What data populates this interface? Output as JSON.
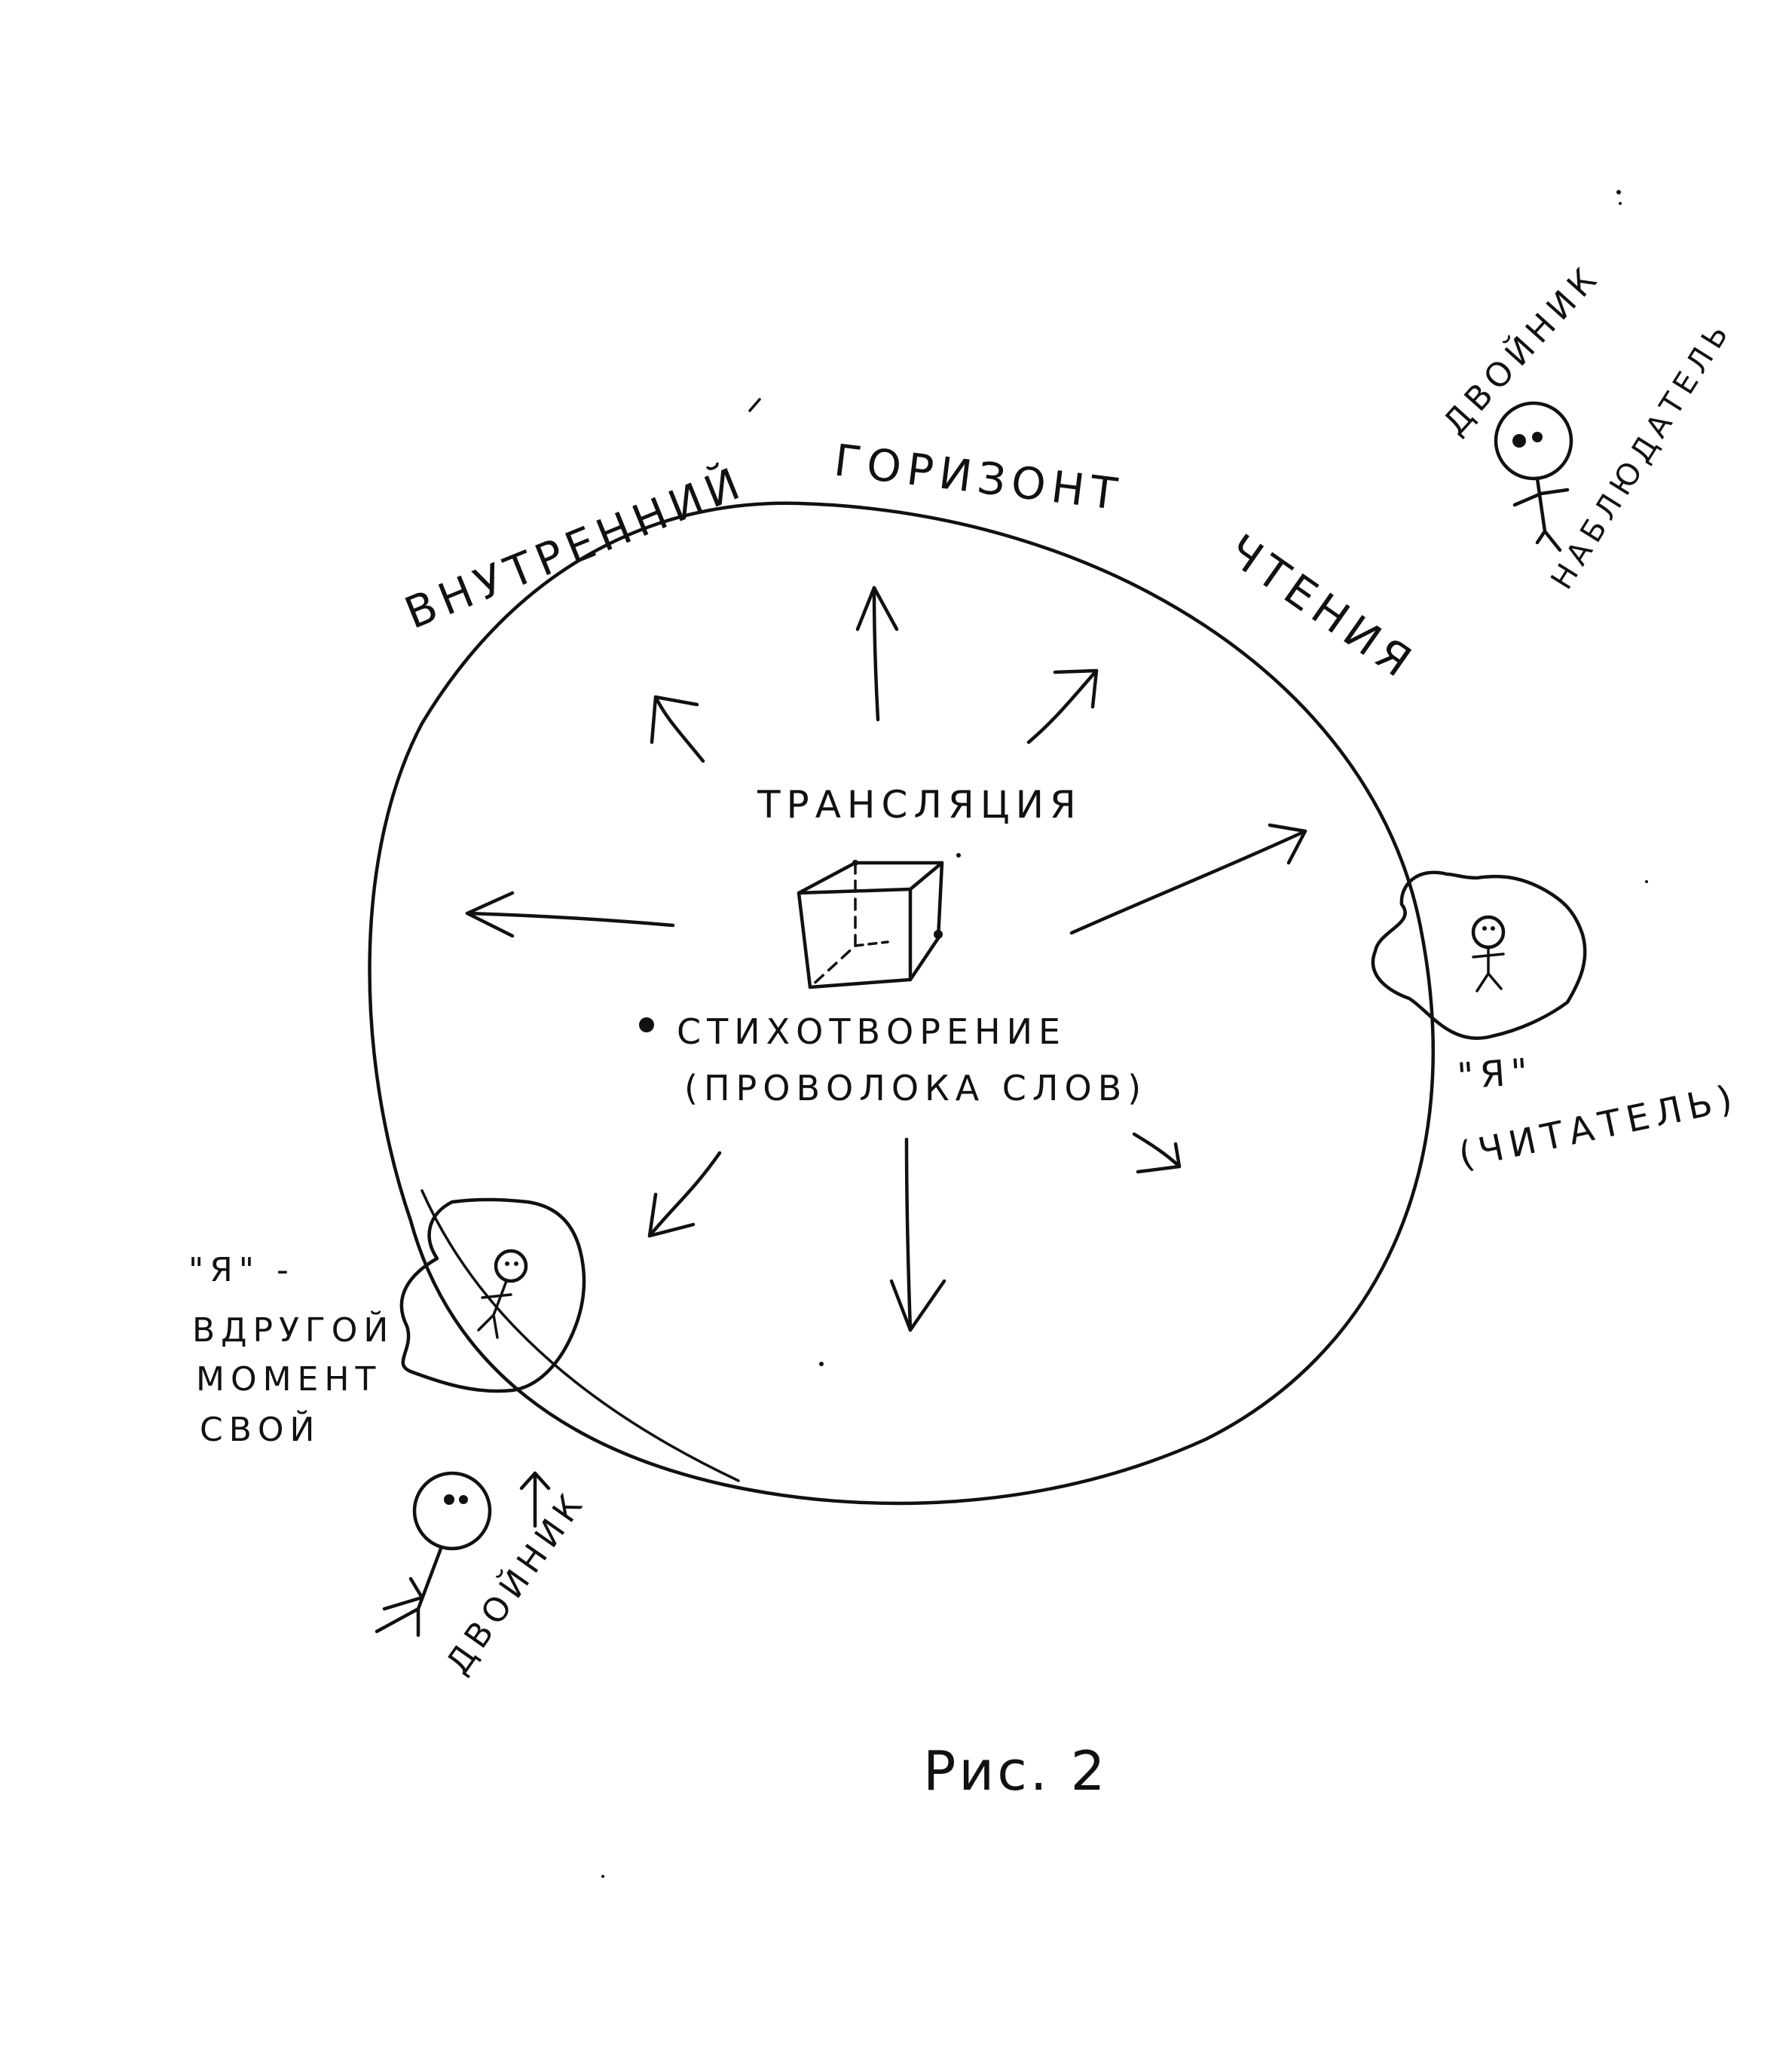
{
  "diagram": {
    "horizon_label": {
      "word1": "ВНУТРЕННИЙ",
      "word2": "ГОРИЗОНТ",
      "word3": "ЧТЕНИЯ"
    },
    "center": {
      "translation_label": "ТРАНСЛЯЦИЯ",
      "poem_label_line1": "СТИХОТВОРЕНИЕ",
      "poem_label_line2": "(ПРОВОЛОКА СЛОВ)"
    },
    "reader": {
      "label_line1": "\"Я\"",
      "label_line2": "(ЧИТАТЕЛЬ)"
    },
    "other_moment": {
      "label_line1": "\"Я\" -",
      "label_line2": "ВДРУГОЙ",
      "label_line3": "МОМЕНТ",
      "label_line4": "СВОЙ"
    },
    "double_observer": {
      "label_top": "ДВОЙНИК",
      "label_side": "НАБЛЮДАТЕЛЬ"
    },
    "double_bottom": {
      "label": "ДВОЙНИК"
    },
    "caption": "Рис. 2"
  }
}
